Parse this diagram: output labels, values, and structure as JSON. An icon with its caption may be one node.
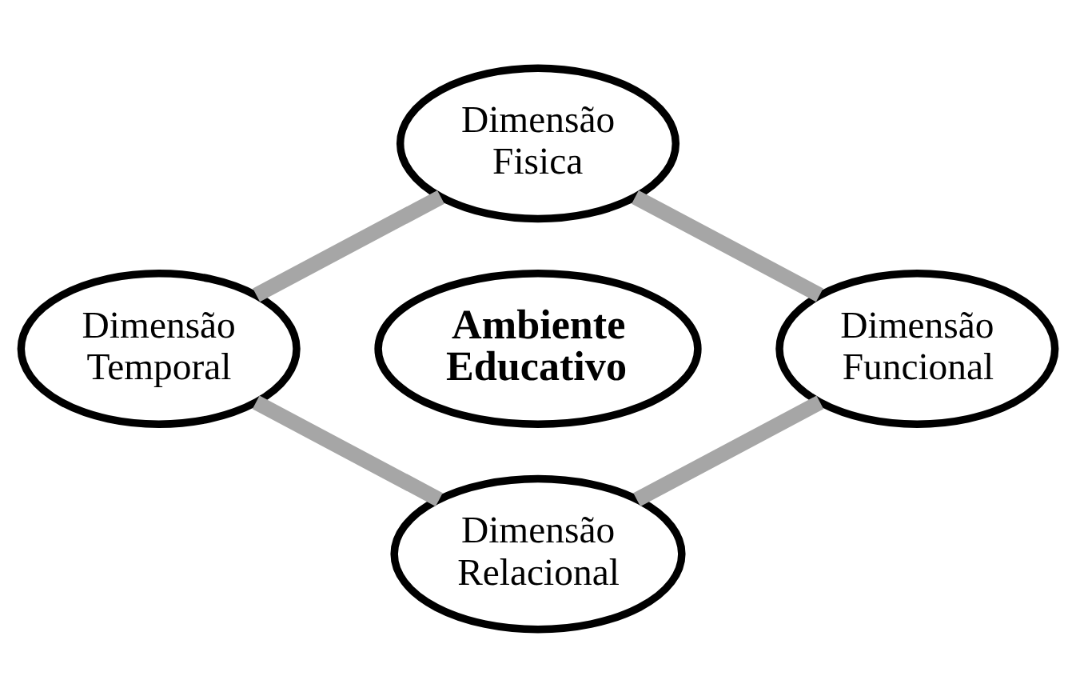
{
  "diagram": {
    "nodes": [
      {
        "text": [
          "Dimensão Fisica"
        ]
      },
      {
        "text": [
          "Dimensão Temporal"
        ]
      },
      {
        "text": [
          "Ambiente Educativo"
        ]
      },
      {
        "text": [
          "Dimensão Funcional"
        ]
      },
      {
        "text": [
          "Dimensão Relacional"
        ]
      }
    ],
    "edges": [
      {
        "from": 0,
        "to": 3,
        "arrow": "none"
      },
      {
        "from": 3,
        "to": 4,
        "arrow": "none"
      },
      {
        "from": 4,
        "to": 1,
        "arrow": "none"
      },
      {
        "from": 1,
        "to": 0,
        "arrow": "none"
      }
    ]
  }
}
